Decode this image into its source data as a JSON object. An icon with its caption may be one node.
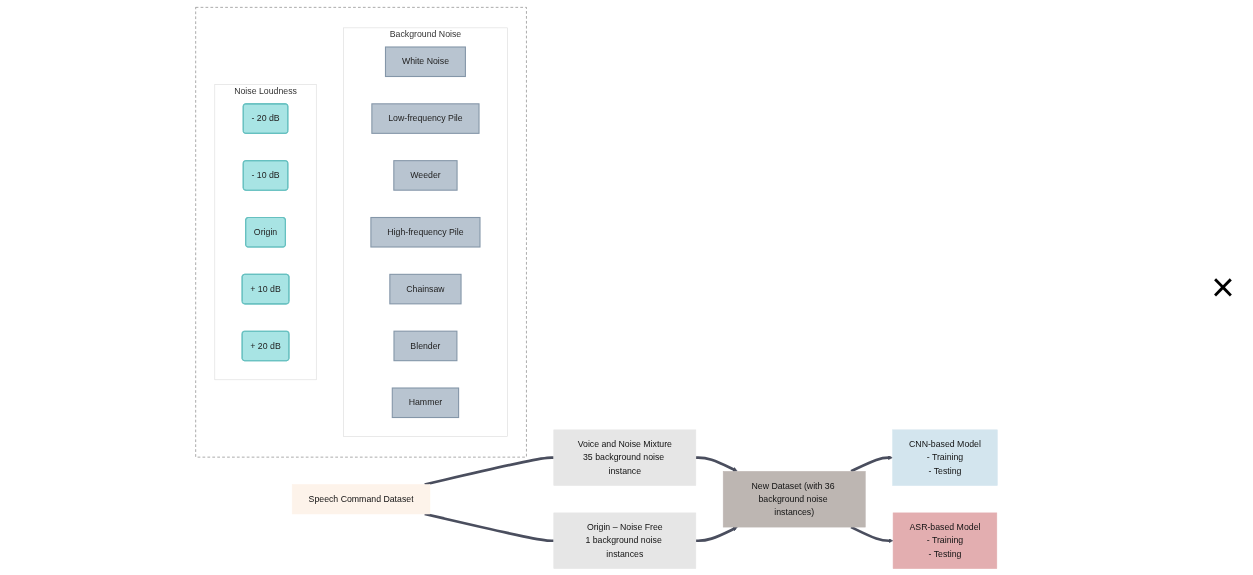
{
  "diagram": {
    "nodes": [
      {
        "text": [
          "Speech Command Dataset"
        ]
      },
      {
        "text": [
          "Voice and Noise Mixture",
          "35 background noise instance"
        ]
      },
      {
        "text": [],
        "shape": "box"
      },
      {
        "text": [
          "Background Noise"
        ],
        "in": 2
      },
      {
        "text": [
          "White Noise"
        ],
        "in": 3
      },
      {
        "text": [
          "Low-frequency Pile"
        ],
        "in": 3
      },
      {
        "text": [
          "Weeder"
        ],
        "in": 3
      },
      {
        "text": [
          "High-frequency Pile"
        ],
        "in": 3
      },
      {
        "text": [
          "Chainsaw"
        ],
        "in": 3
      },
      {
        "text": [
          "Blender"
        ],
        "in": 3
      },
      {
        "text": [
          "Hammer"
        ],
        "in": 3
      },
      {
        "text": [
          "Noise Loudness"
        ],
        "in": 2
      },
      {
        "text": [
          "- 20 dB"
        ],
        "in": 11
      },
      {
        "text": [
          "- 10 dB"
        ],
        "in": 11
      },
      {
        "text": [
          "Origin"
        ],
        "in": 11
      },
      {
        "text": [
          "+ 10 dB"
        ],
        "in": 11
      },
      {
        "text": [
          "+ 20 dB"
        ],
        "in": 11
      },
      {
        "text": [
          "Origin – Noise Free",
          "1 background noise instances"
        ]
      },
      {
        "text": [
          "New Dataset (with 36 background noise instances)"
        ]
      },
      {
        "text": [
          "CNN-based Model",
          "- Training",
          "- Testing"
        ]
      },
      {
        "text": [
          "ASR-based Model",
          "- Training",
          "- Testing"
        ]
      }
    ],
    "edges": [
      {
        "from": 0,
        "to": 1,
        "arrow": "none"
      },
      {
        "from": 1,
        "to": 18,
        "arrow": "to"
      },
      {
        "from": 0,
        "to": 17,
        "arrow": "none"
      },
      {
        "from": 17,
        "to": 18,
        "arrow": "to"
      },
      {
        "from": 18,
        "to": 19,
        "arrow": "to"
      },
      {
        "from": 18,
        "to": 20,
        "arrow": "to"
      }
    ],
    "labels": [
      "×"
    ]
  }
}
